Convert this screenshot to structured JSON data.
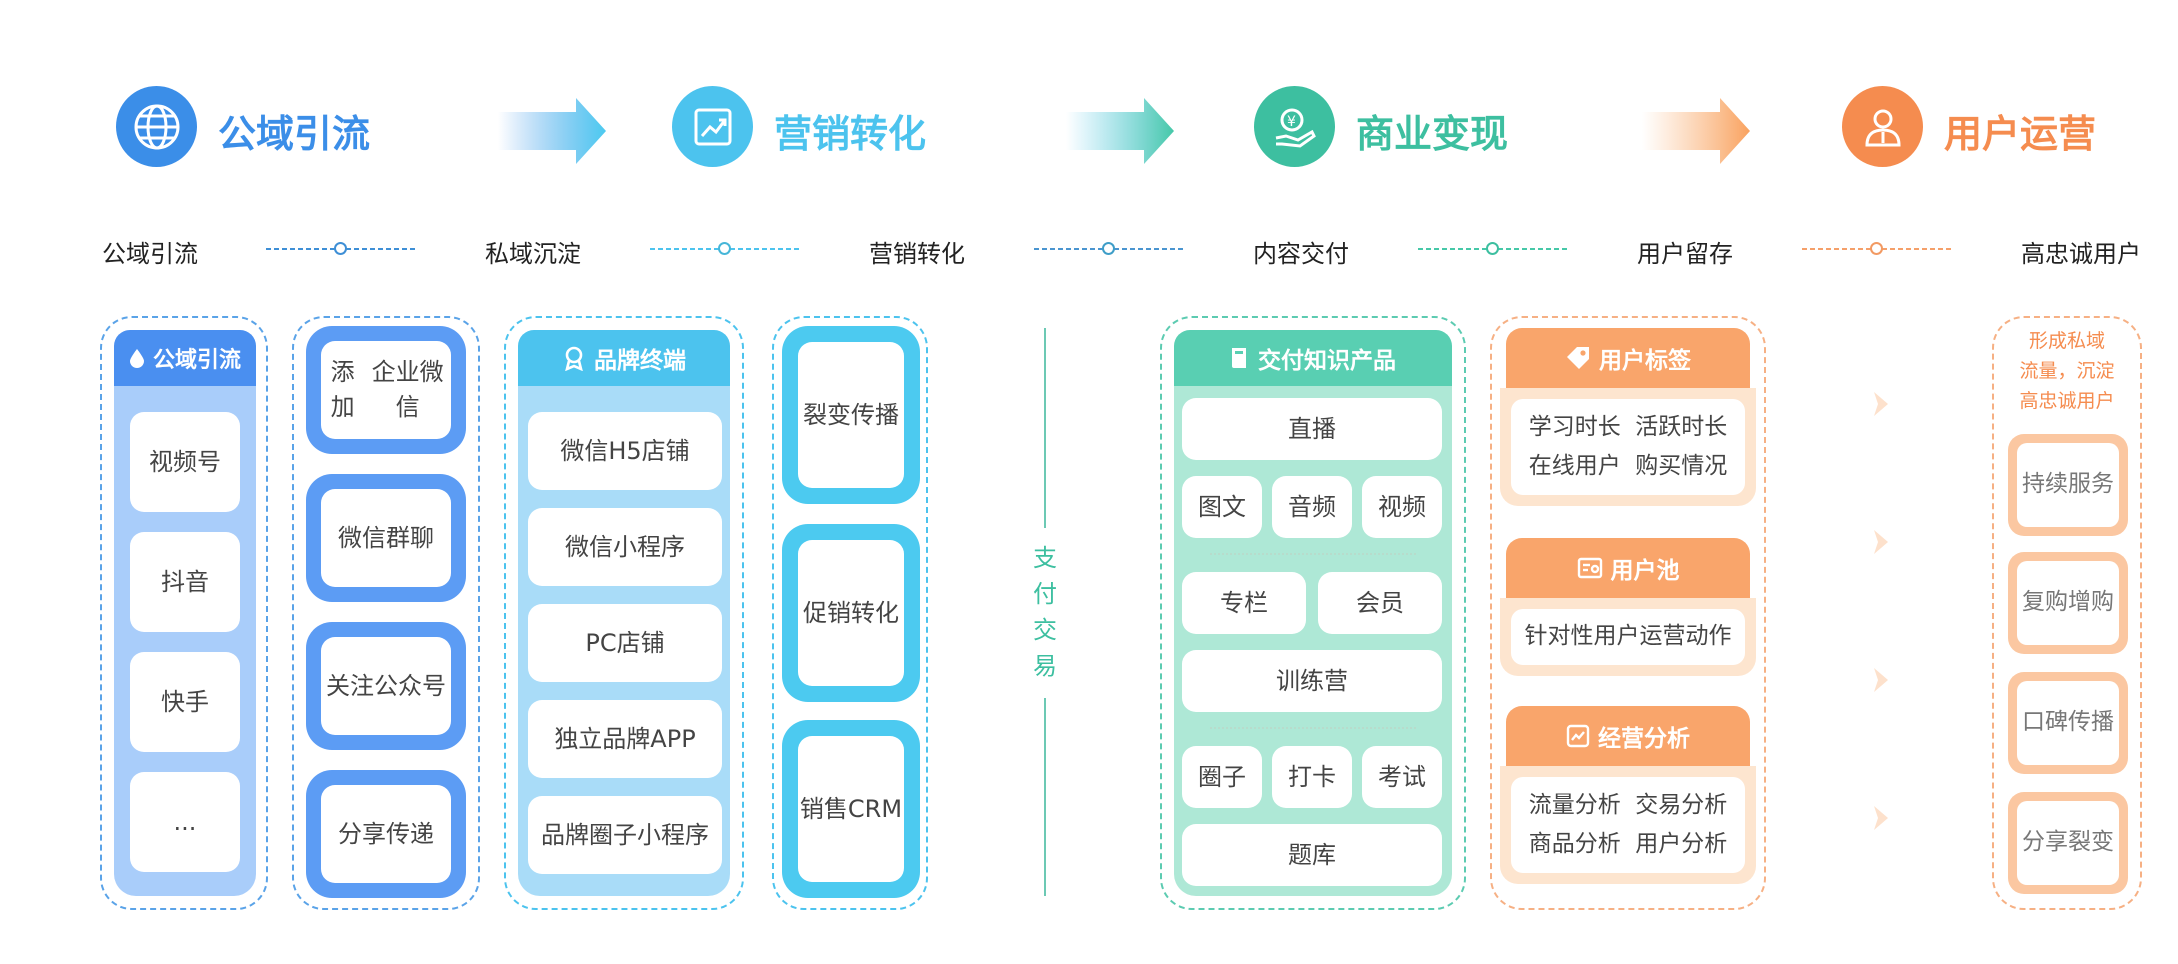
{
  "stages": [
    {
      "title": "公域引流",
      "icon": "globe-icon",
      "color": "#3b8ee8"
    },
    {
      "title": "营销转化",
      "icon": "chart-up-icon",
      "color": "#4cc3ee"
    },
    {
      "title": "商业变现",
      "icon": "money-hand-icon",
      "color": "#3dbfa0"
    },
    {
      "title": "用户运营",
      "icon": "user-icon",
      "color": "#f58c4f"
    }
  ],
  "flow_steps": [
    "公域引流",
    "私域沉淀",
    "营销转化",
    "内容交付",
    "用户留存",
    "高忠诚用户"
  ],
  "col1": {
    "header": "公域引流",
    "items": [
      "视频号",
      "抖音",
      "快手",
      "..."
    ]
  },
  "col2": {
    "items": [
      [
        "添加",
        "企业微信"
      ],
      [
        "微信",
        "群聊"
      ],
      [
        "关注",
        "公众号"
      ],
      [
        "分享",
        "传递"
      ]
    ]
  },
  "col3": {
    "header": "品牌终端",
    "items": [
      "微信H5店铺",
      "微信小程序",
      "PC店铺",
      "独立品牌APP",
      "品牌圈子小程序"
    ]
  },
  "col4": {
    "items": [
      [
        "裂变",
        "传播"
      ],
      [
        "促销",
        "转化"
      ],
      [
        "销售",
        "CRM"
      ]
    ]
  },
  "payment": [
    "支",
    "付",
    "交",
    "易"
  ],
  "col5": {
    "header": "交付知识产品",
    "row1": "直播",
    "row2": [
      "图文",
      "音频",
      "视频"
    ],
    "row3": [
      "专栏",
      "会员"
    ],
    "row4": "训练营",
    "row5": [
      "圈子",
      "打卡",
      "考试"
    ],
    "row6": "题库"
  },
  "col6": {
    "tags": {
      "header": "用户标签",
      "lines": [
        "学习时长  活跃时长",
        "在线用户  购买情况"
      ]
    },
    "pool": {
      "header": "用户池",
      "lines": [
        "针对性用户运营动作"
      ]
    },
    "analysis": {
      "header": "经营分析",
      "lines": [
        "流量分析  交易分析",
        "商品分析  用户分析"
      ]
    }
  },
  "col7": {
    "note": [
      "形成私域",
      "流量，沉淀",
      "高忠诚用户"
    ],
    "items": [
      [
        "持续",
        "服务"
      ],
      [
        "复购",
        "增购"
      ],
      [
        "口碑",
        "传播"
      ],
      [
        "分享",
        "裂变"
      ]
    ]
  }
}
